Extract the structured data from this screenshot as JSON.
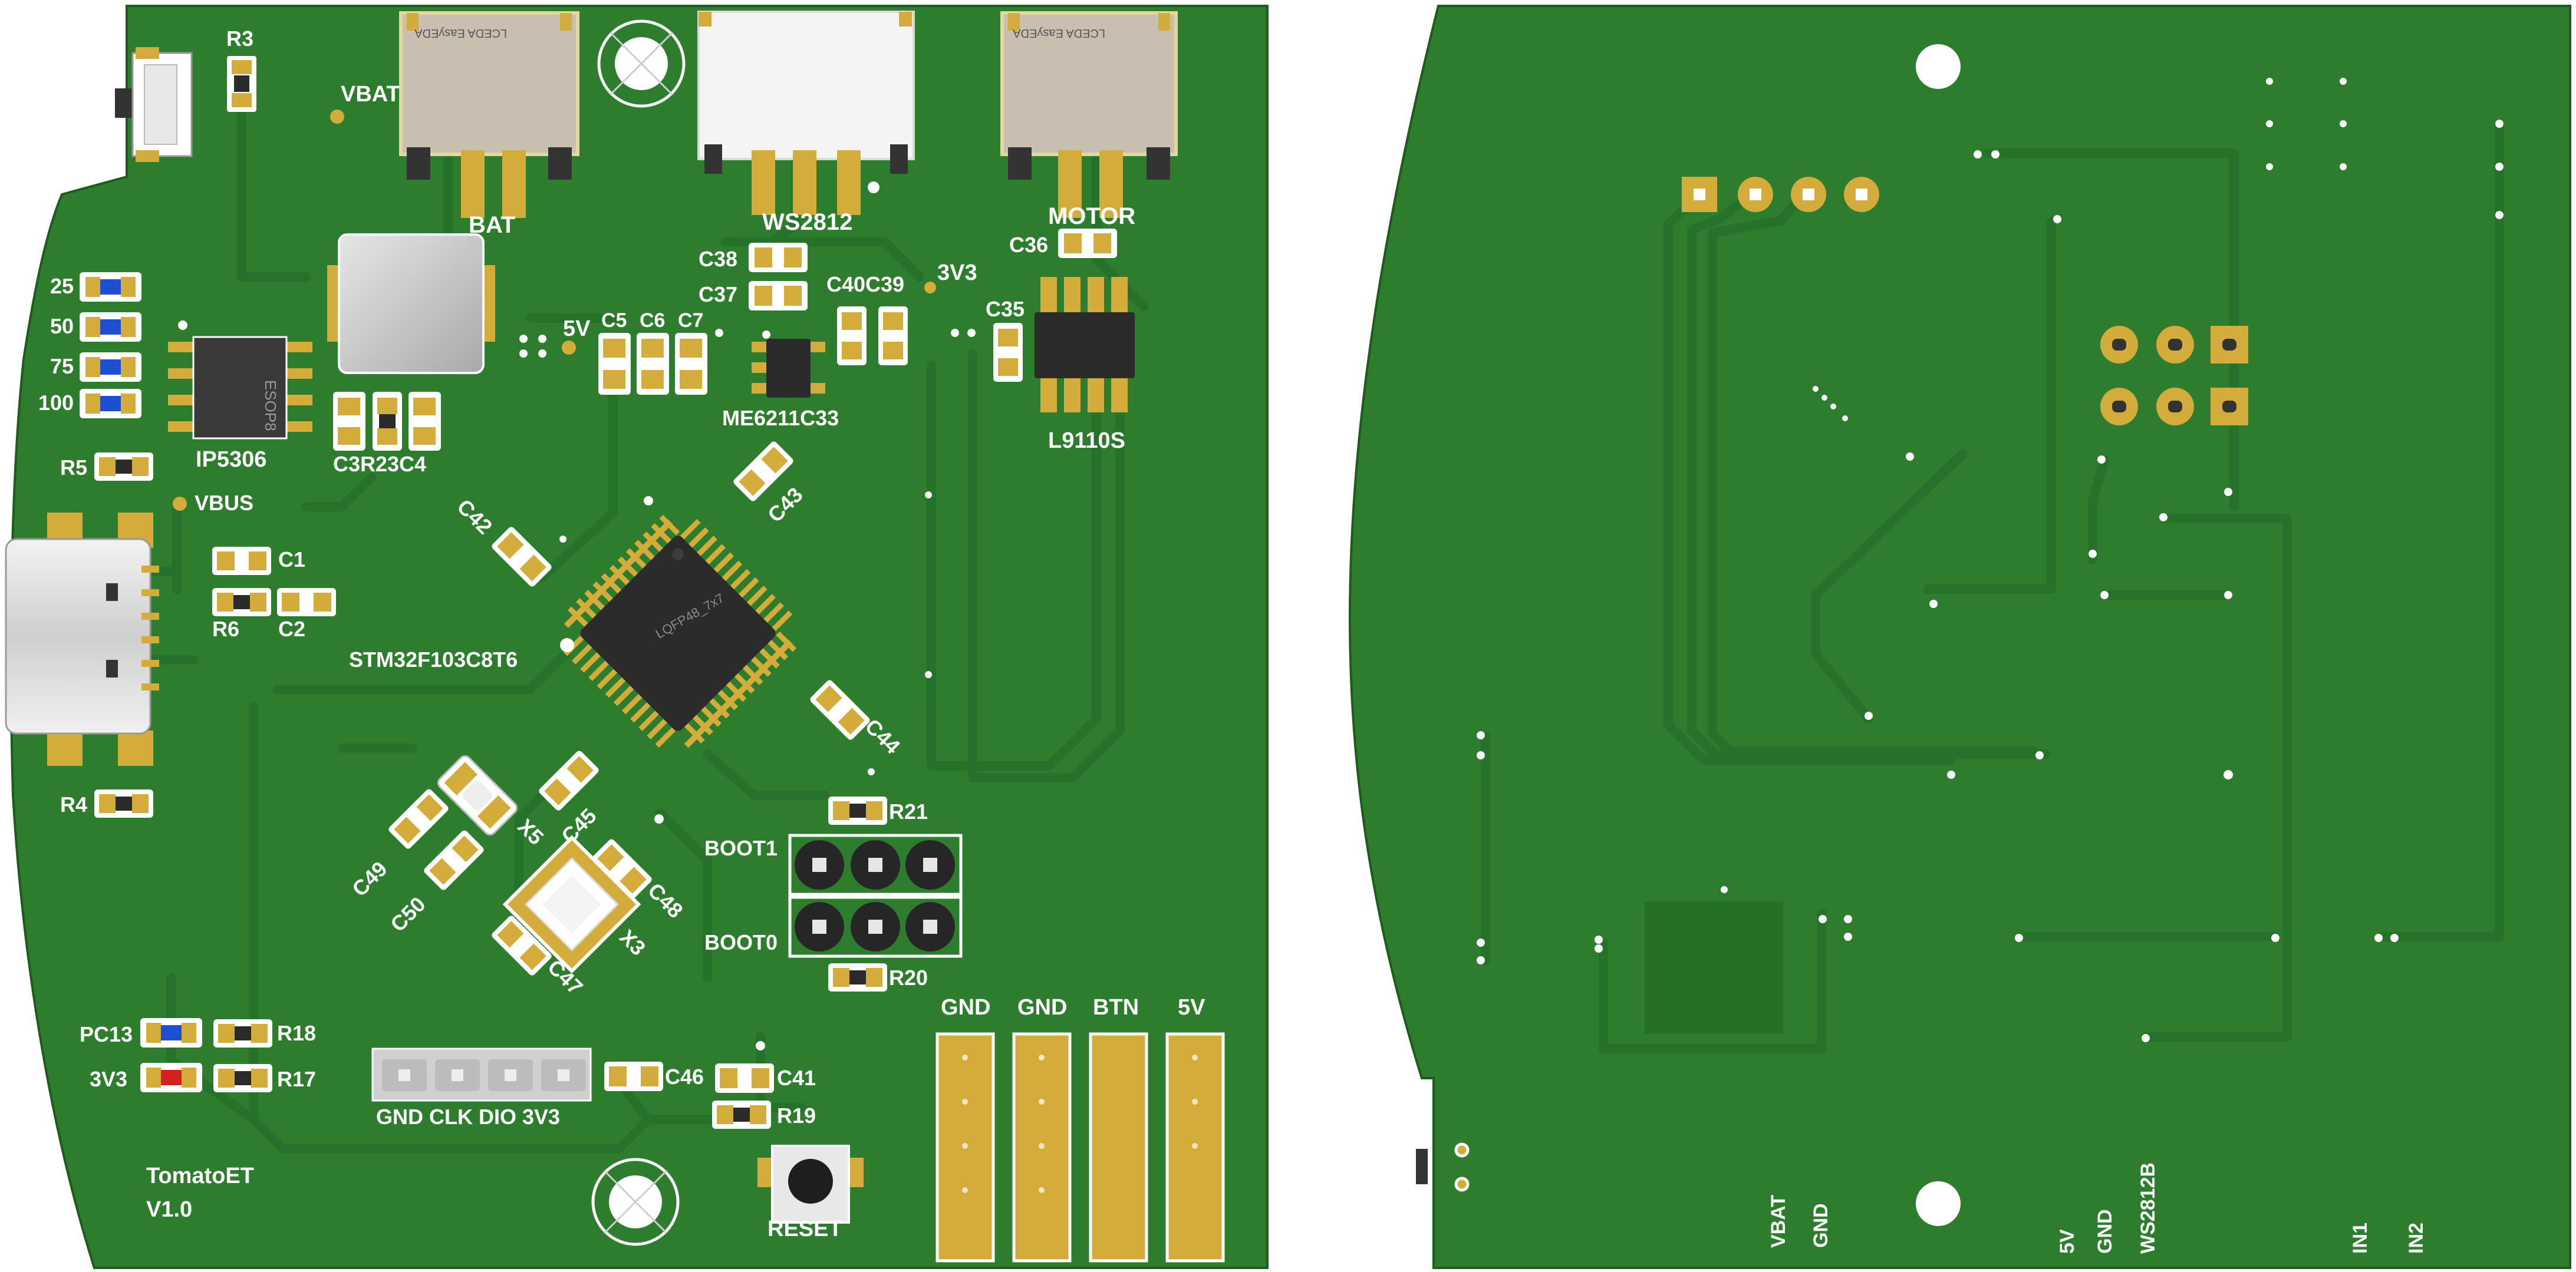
{
  "colors": {
    "board": "#2e7d2e",
    "trace": "#2a7429",
    "silk": "#ffffff",
    "pad": "#d4ac3c",
    "ic": "#2b2b2b",
    "led_blue": "#1f4fd1",
    "led_red": "#d61f1f",
    "connector_body": "#c9bfb1",
    "connector_white": "#f4f4f4"
  },
  "front": {
    "labels": {
      "r3": "R3",
      "vbat": "VBAT",
      "bat": "BAT",
      "ws2812": "WS2812",
      "motor": "MOTOR",
      "c38": "C38",
      "c37": "C37",
      "c40c39": "C40C39",
      "v3v3_test": "3V3",
      "c36": "C36",
      "c35": "C35",
      "v5v_test": "5V",
      "c5": "C5",
      "c6": "C6",
      "c7": "C7",
      "me6211": "ME6211C33",
      "l9110s": "L9110S",
      "esop8": "ESOP8",
      "ip5306": "IP5306",
      "c3r23c4": "C3R23C4",
      "led_25": "25",
      "led_50": "50",
      "led_75": "75",
      "led_100": "100",
      "r5": "R5",
      "vbus": "VBUS",
      "c1": "C1",
      "r6": "R6",
      "c2": "C2",
      "c42": "C42",
      "c43": "C43",
      "mcu": "STM32F103C8T6",
      "lqfp": "LQFP48_7x7",
      "c44": "C44",
      "r4": "R4",
      "c45": "C45",
      "x5": "X5",
      "c49": "C49",
      "c50": "C50",
      "c48": "C48",
      "x3": "X3",
      "c47": "C47",
      "r21": "R21",
      "boot1": "BOOT1",
      "boot0": "BOOT0",
      "r20": "R20",
      "pc13": "PC13",
      "r18": "R18",
      "v3v3_led": "3V3",
      "r17": "R17",
      "swd_pins": "GND CLK DIO 3V3",
      "c46": "C46",
      "c41": "C41",
      "r19": "R19",
      "reset": "RESET",
      "gnd1": "GND",
      "gnd2": "GND",
      "btn": "BTN",
      "v5": "5V",
      "project": "TomatoET",
      "version": "V1.0",
      "jst_brand": "LCEDA EasyEDA"
    }
  },
  "back": {
    "labels": {
      "vbat": "VBAT",
      "gnd": "GND",
      "v5": "5V",
      "gnd2": "GND",
      "ws2812b": "WS2812B",
      "in1": "IN1",
      "in2": "IN2"
    }
  }
}
